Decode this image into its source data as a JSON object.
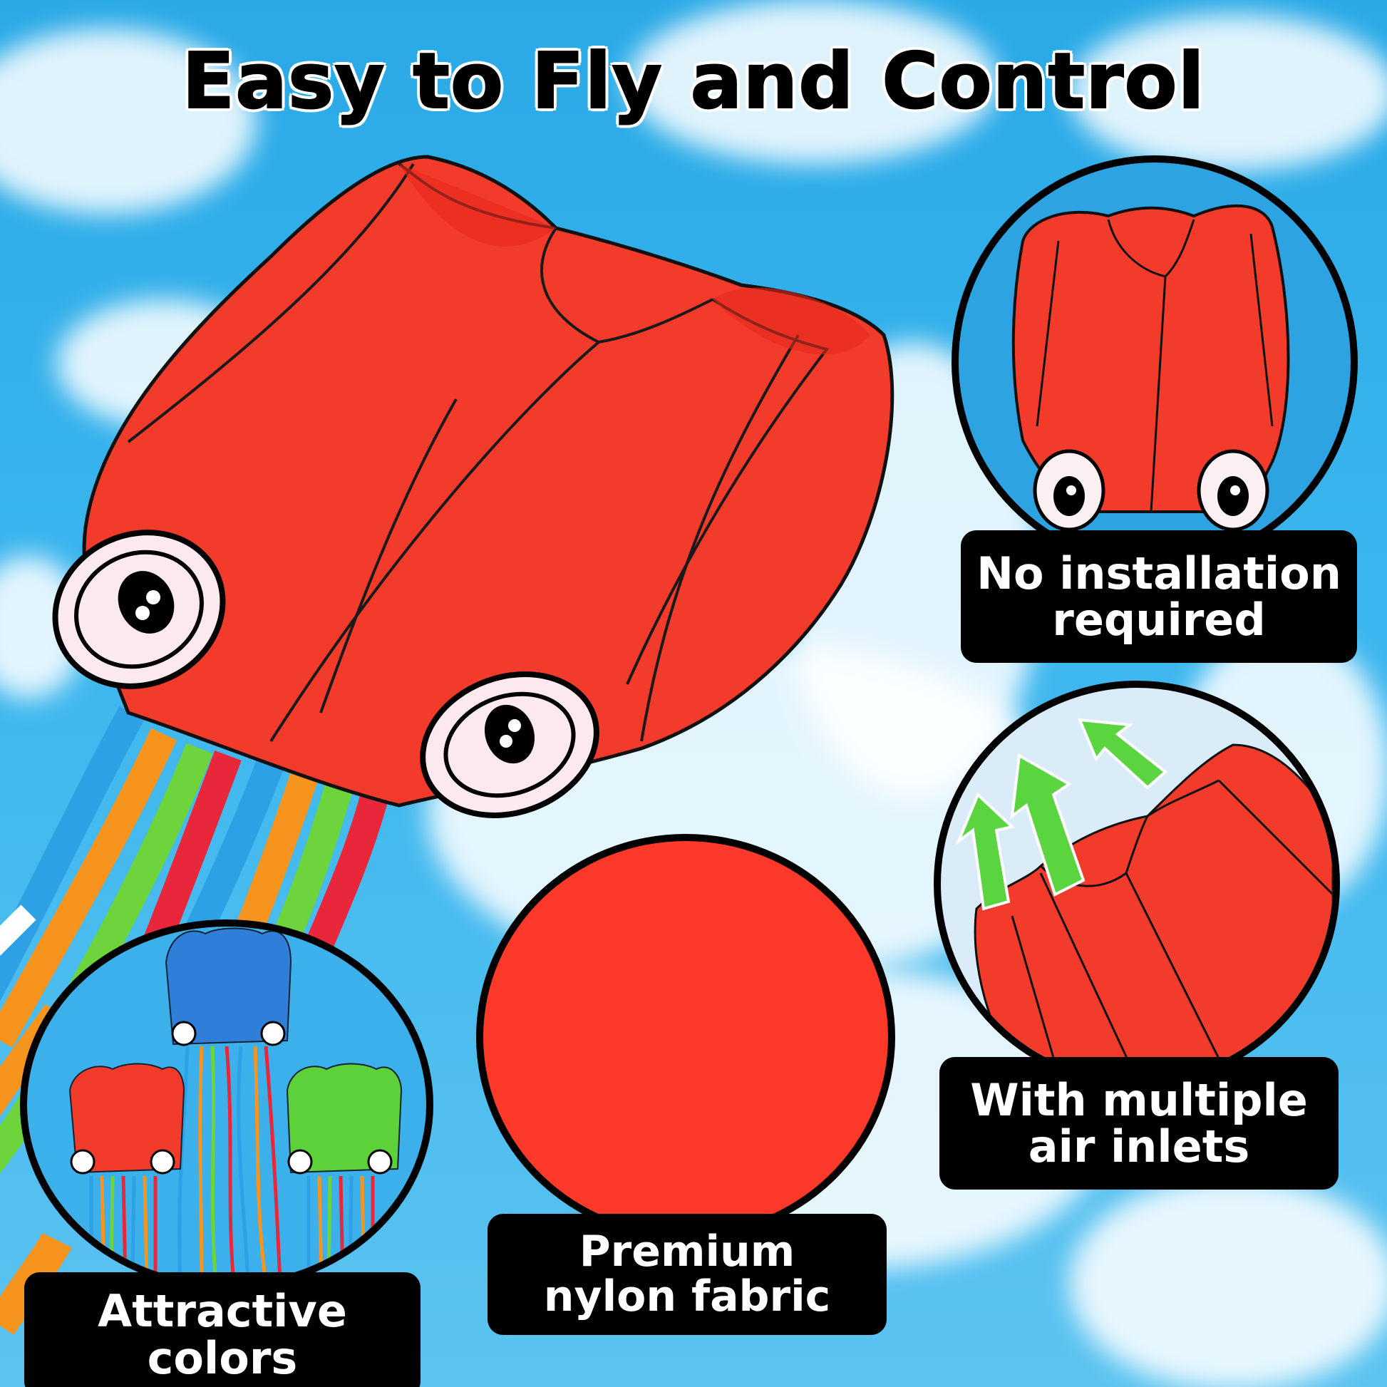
{
  "headline": "Easy to Fly and Control",
  "colors": {
    "sky": "#2ba9e6",
    "kite_red": "#f23b2b",
    "fabric_swatch": "#fd3a2a",
    "label_bg": "#000000",
    "label_text": "#ffffff",
    "arrow_green": "#5ad43f",
    "tail_colors": [
      "#2ea0e6",
      "#f7941d",
      "#6dd43b",
      "#e8283a"
    ]
  },
  "main_image": {
    "subject": "red octopus kite with rainbow tails"
  },
  "features": [
    {
      "id": "no-installation",
      "line1": "No installation",
      "line2": "required",
      "image": "red octopus kite front view"
    },
    {
      "id": "air-inlets",
      "line1": "With multiple",
      "line2": "air inlets",
      "image": "kite air inlets with green arrows"
    },
    {
      "id": "nylon-fabric",
      "line1": "Premium",
      "line2": "nylon fabric",
      "image": "red fabric swatch"
    },
    {
      "id": "attractive-colors",
      "line1": "Attractive",
      "line2": "colors",
      "image": "blue, red and green octopus kites"
    }
  ],
  "color_options": [
    "blue",
    "red",
    "green"
  ]
}
